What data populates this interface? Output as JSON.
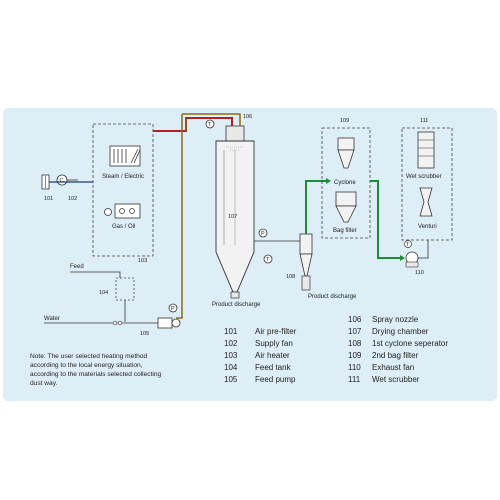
{
  "diagram": {
    "labels": {
      "steam_electric": "Steam / Electric",
      "gas_oil": "Gas / Oil",
      "cyclone": "Cyclone",
      "bag_filter": "Bag filter",
      "wet_scrubber": "Wet scrubber",
      "venturi": "Venturi",
      "feed": "Feed",
      "water": "Water",
      "product_discharge_1": "Product discharge",
      "product_discharge_2": "Product discharge"
    },
    "tags": {
      "t101": "101",
      "t102": "102",
      "t103": "103",
      "t104": "104",
      "t105": "105",
      "t106": "106",
      "t107": "107",
      "t108": "108",
      "t109": "109",
      "t110": "110",
      "t111": "111"
    },
    "instruments": {
      "t": "T",
      "p": "P"
    }
  },
  "legend": {
    "left": [
      {
        "code": "101",
        "text": "Air pre-filter"
      },
      {
        "code": "102",
        "text": "Supply fan"
      },
      {
        "code": "103",
        "text": "Air heater"
      },
      {
        "code": "104",
        "text": "Feed tank"
      },
      {
        "code": "105",
        "text": "Feed pump"
      }
    ],
    "right": [
      {
        "code": "106",
        "text": "Spray nozzle"
      },
      {
        "code": "107",
        "text": "Drying chamber"
      },
      {
        "code": "108",
        "text": "1st cyclone seperator"
      },
      {
        "code": "109",
        "text": "2nd bag filter"
      },
      {
        "code": "110",
        "text": "Exhaust fan"
      },
      {
        "code": "111",
        "text": "Wet scrubber"
      }
    ]
  },
  "note": {
    "lines": [
      "Note: The user selected heating method",
      "according to the local energy situation,",
      "according to the materials selected collecting",
      "dust way."
    ]
  },
  "colors": {
    "hot_air": "#b22222",
    "air_out": "#1e8b3a",
    "panel": "#deeef6",
    "pipe": "#3a3a3a",
    "feed_pipe": "#8b6914"
  }
}
